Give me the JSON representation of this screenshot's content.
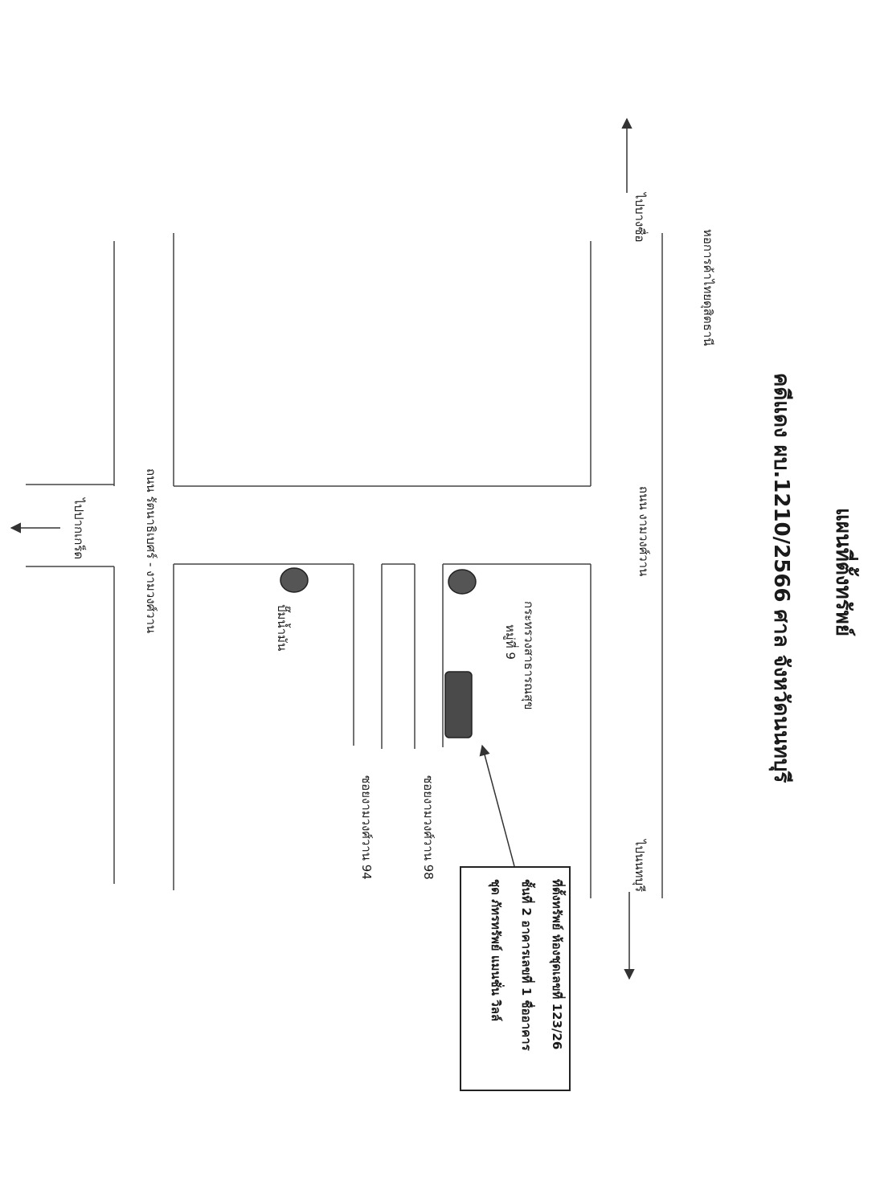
{
  "title": "แผนที่ตั้งทรัพย์",
  "subtitle": "คดีแดง ผบ.1210/2566 ศาล จังหวัดนนทบุรี",
  "labels": {
    "to_bangsue": "ไปบางซื่อ",
    "to_nonthaburi": "ไปนนทบุรี",
    "kasetsart_tower": "หอการค้าไทยดุสิตธานี",
    "ngamwongwan_road": "ถนน งามวงศ์วาน",
    "ratchaphruek_road": "ถนน รัตนาธิเบศร์ - งามวงศ์วาน",
    "to_pakkret": "ไปปากเกร็ด",
    "ministry": "กระทรวงสาธารณสุข",
    "moo9": "หมู่ที่ 9",
    "gas_station": "ปั๊มน้ำมัน",
    "soi_98": "ซอยงามวงศ์วาน 98",
    "soi_94": "ซอยงามวงศ์วาน 94"
  },
  "note": {
    "line1": "ที่ตั้งทรัพย์ ห้องชุดเลขที่ 123/26",
    "line2": "ชั้นที่ 2 อาคารเลขที่ 1 ชื่ออาคาร",
    "line3": "ชุด ภัทรทรัพย์ แมนชั่น วิลล์"
  },
  "colors": {
    "line": "#333333",
    "marker": "#555555",
    "building": "#4a4a4a"
  }
}
